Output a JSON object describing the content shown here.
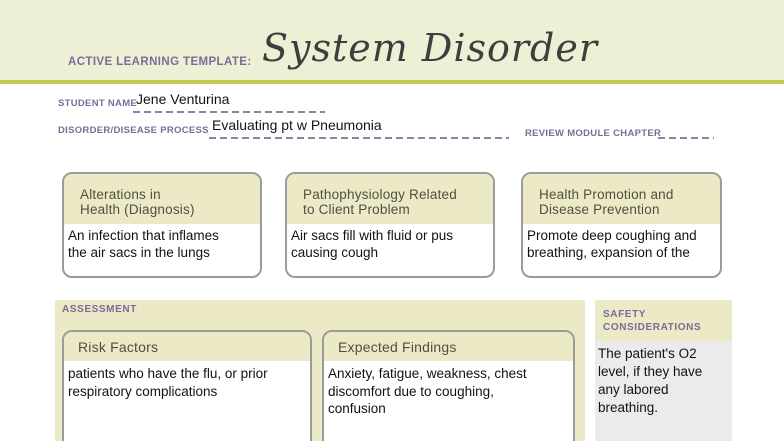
{
  "header": {
    "template_label": "ACTIVE LEARNING TEMPLATE:",
    "title": "System Disorder"
  },
  "meta": {
    "student_name_label": "STUDENT NAME",
    "student_name_value": "Jene Venturina",
    "disorder_label": "DISORDER/DISEASE PROCESS",
    "disorder_value": "Evaluating pt w Pneumonia",
    "review_chapter_label": "REVIEW MODULE CHAPTER",
    "review_chapter_value": ""
  },
  "top_boxes": [
    {
      "title": "Alterations in\nHealth (Diagnosis)",
      "body": "An infection that inflames\nthe air sacs in the lungs"
    },
    {
      "title": "Pathophysiology Related\nto Client Problem",
      "body": "Air sacs fill with fluid or pus\ncausing cough"
    },
    {
      "title": "Health Promotion and\nDisease Prevention",
      "body": "Promote deep coughing and\nbreathing, expansion of the"
    }
  ],
  "assessment": {
    "label": "ASSESSMENT",
    "boxes": [
      {
        "title": "Risk Factors",
        "body": "patients who have the flu, or prior\nrespiratory complications"
      },
      {
        "title": "Expected Findings",
        "body": "Anxiety, fatigue, weakness, chest\ndiscomfort due to coughing,\nconfusion"
      }
    ]
  },
  "safety": {
    "label": "SAFETY\nCONSIDERATIONS",
    "body": "The patient's O2\nlevel, if they have\nany labored\nbreathing."
  },
  "colors": {
    "band_cream": "#eef0d5",
    "box_header_cream": "#ece9c7",
    "olive_rule": "#c3ca4d",
    "label_purple": "#7a6b99",
    "border_gray": "#9b9b9b",
    "safety_body_gray": "#ebebeb",
    "title_dark": "#3f3e3e",
    "box_title_olive": "#504f42"
  }
}
